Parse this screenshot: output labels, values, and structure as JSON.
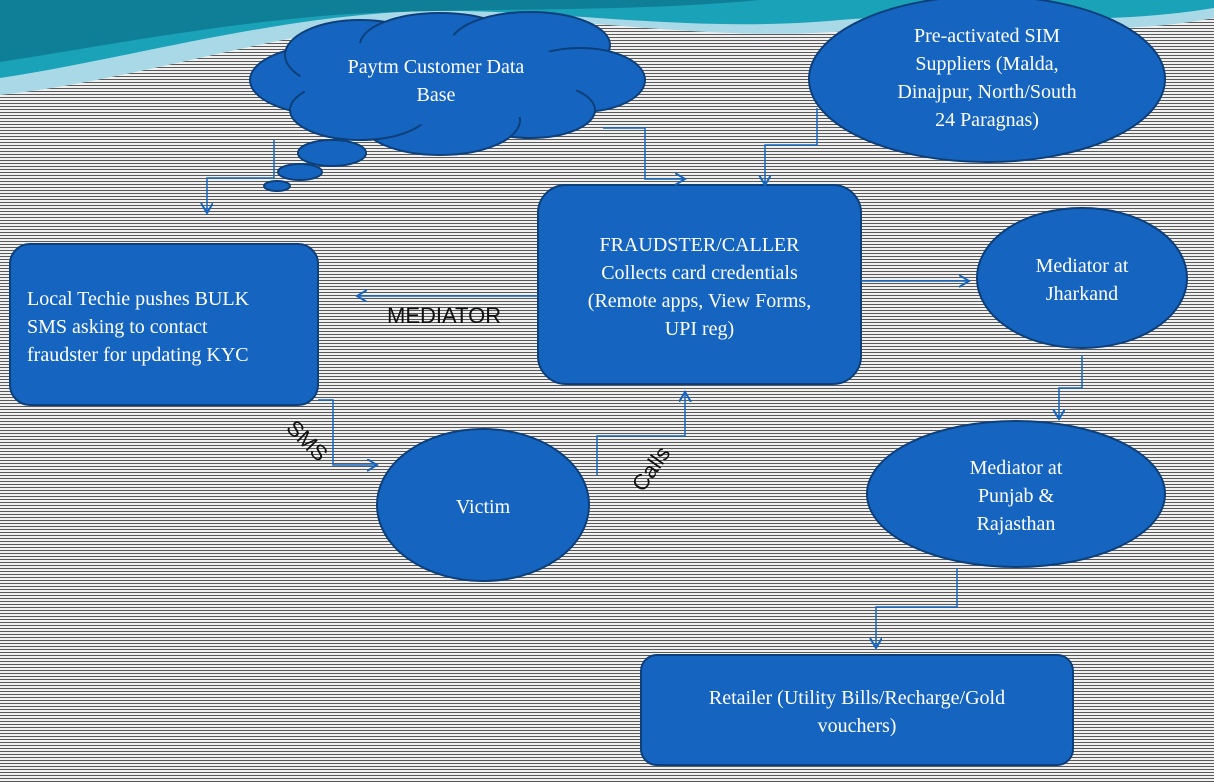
{
  "colors": {
    "node_fill": "#1565c0",
    "node_stroke": "#0d3f7a",
    "edge": "#1565c0",
    "label_text": "#111111",
    "wave_teal": "#1aa2b8"
  },
  "nodes": {
    "customer_db": "Paytm Customer Data\nBase",
    "sim_suppliers": "Pre-activated SIM\nSuppliers (Malda,\nDinajpur, North/South\n24 Paragnas)",
    "fraudster": "FRAUDSTER/CALLER\nCollects card credentials\n(Remote apps, View Forms,\nUPI reg)",
    "local_techie": "Local Techie pushes BULK\nSMS asking to contact\nfraudster for updating KYC",
    "mediator_jharkand": "Mediator at\nJharkand",
    "victim": "Victim",
    "mediator_punjab": "Mediator at\nPunjab &\nRajasthan",
    "retailer": "Retailer (Utility Bills/Recharge/Gold\nvouchers)"
  },
  "edge_labels": {
    "mediator": "MEDIATOR",
    "sms": "SMS",
    "calls": "Calls"
  }
}
